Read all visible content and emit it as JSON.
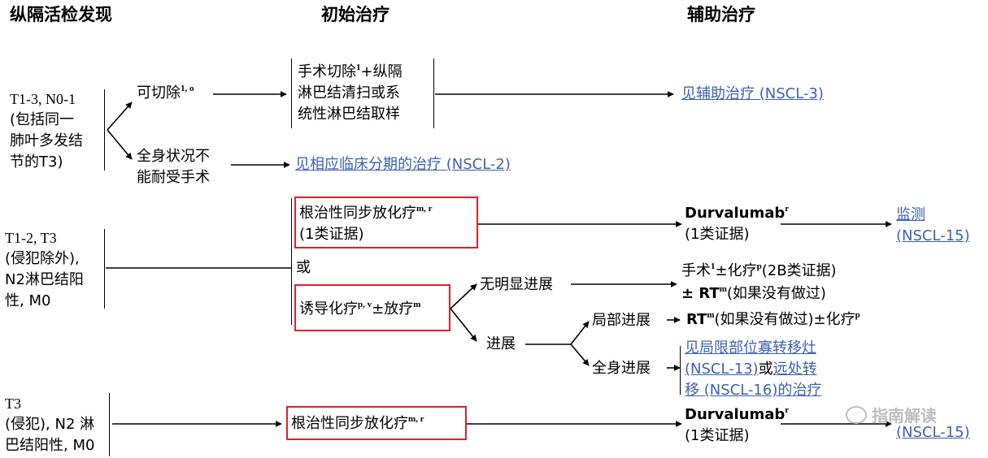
{
  "headers": {
    "col1": "纵隔活检发现",
    "col2": "初始治疗",
    "col3": "辅助治疗"
  },
  "row1": {
    "finding": [
      "T1-3, N0-1",
      "(包括同一",
      "肺叶多发结",
      "节的T3)"
    ],
    "resectable": "可切除",
    "resectable_sup": "1, o",
    "surgery": [
      "手术切除",
      "+纵隔",
      "淋巴结清扫或系",
      "统性淋巴结取样"
    ],
    "surgery_sup": "1",
    "adjuvant_link": "见辅助治疗 (NSCL-3)",
    "intolerant": [
      "全身状况不",
      "能耐受手术"
    ],
    "stage_link": "见相应临床分期的治疗 (NSCL-2)"
  },
  "row2": {
    "finding": [
      "T1-2, T3",
      "(侵犯除外),",
      "N2淋巴结阳",
      "性, M0"
    ],
    "crt": "根治性同步放化疗",
    "crt_sup": "m, r",
    "crt_evidence": "(1类证据)",
    "durvalumab": "Durvalumab",
    "durvalumab_sup": "r",
    "durvalumab_evidence": "(1类证据)",
    "monitor_link": [
      "监测",
      "(NSCL-15)"
    ],
    "or": "或",
    "induction": "诱导化疗",
    "induction_sup": "p, v",
    "induction_suffix": "±放疗",
    "induction_suffix_sup": "m",
    "no_progression": "无明显进展",
    "surgery_option": [
      "手术",
      "±化疗",
      "(2B类证据)"
    ],
    "surgery_option_sups": [
      "1",
      "p"
    ],
    "rt_option": [
      "± RT",
      "(如果没有做过)"
    ],
    "rt_option_sup": "m",
    "progression": "进展",
    "local_progression": "局部进展",
    "local_rt": [
      "RT",
      "(如果没有做过)±化疗"
    ],
    "local_rt_sups": [
      "m",
      "p"
    ],
    "systemic_progression": "全身进展",
    "systemic_links": [
      "见局限部位寡转移灶",
      "(NSCL-13)",
      "或",
      "远处转",
      "移 (NSCL-16)的治疗"
    ]
  },
  "row3": {
    "finding": [
      "T3",
      "(侵犯), N2 淋",
      "巴结阳性, M0"
    ],
    "crt": "根治性同步放化疗",
    "crt_sup": "m, r",
    "durvalumab": "Durvalumab",
    "durvalumab_sup": "r",
    "durvalumab_evidence": "(1类证据)",
    "monitor_link": "(NSCL-15)"
  },
  "watermark": "指南解读"
}
